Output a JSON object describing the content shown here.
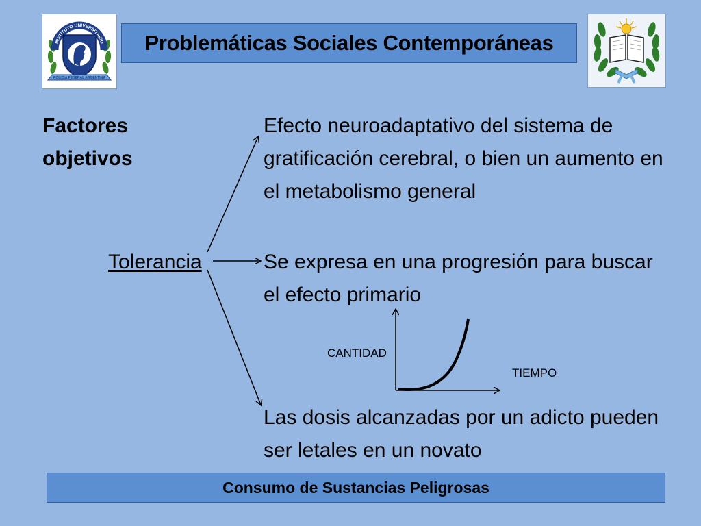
{
  "header": {
    "title": "Problemáticas Sociales Contemporáneas",
    "logo_left": {
      "icon": "instituto-universitario-emblem-icon",
      "arc_text": "INSTITUTO UNIVERSITARIO",
      "ribbon_text": "POLICIA FEDERAL ARGENTINA"
    },
    "logo_right": {
      "icon": "book-laurel-emblem-icon"
    }
  },
  "content": {
    "factores": "Factores objetivos",
    "tolerancia": "Tolerancia",
    "effects": [
      "Efecto neuroadaptativo del sistema de gratificación cerebral, o bien un aumento en el metabolismo general",
      "Se expresa en una progresión para buscar el efecto primario",
      "Las dosis alcanzadas por un adicto pueden ser letales en un novato"
    ]
  },
  "graph": {
    "y_label": "CANTIDAD",
    "x_label": "TIEMPO",
    "curve": "exponential-increase"
  },
  "footer": {
    "text": "Consumo de Sustancias Peligrosas"
  },
  "colors": {
    "background": "#95b7e1",
    "banner": "#5b8fd1",
    "banner_border": "#2f5f9e",
    "text": "#000000"
  }
}
